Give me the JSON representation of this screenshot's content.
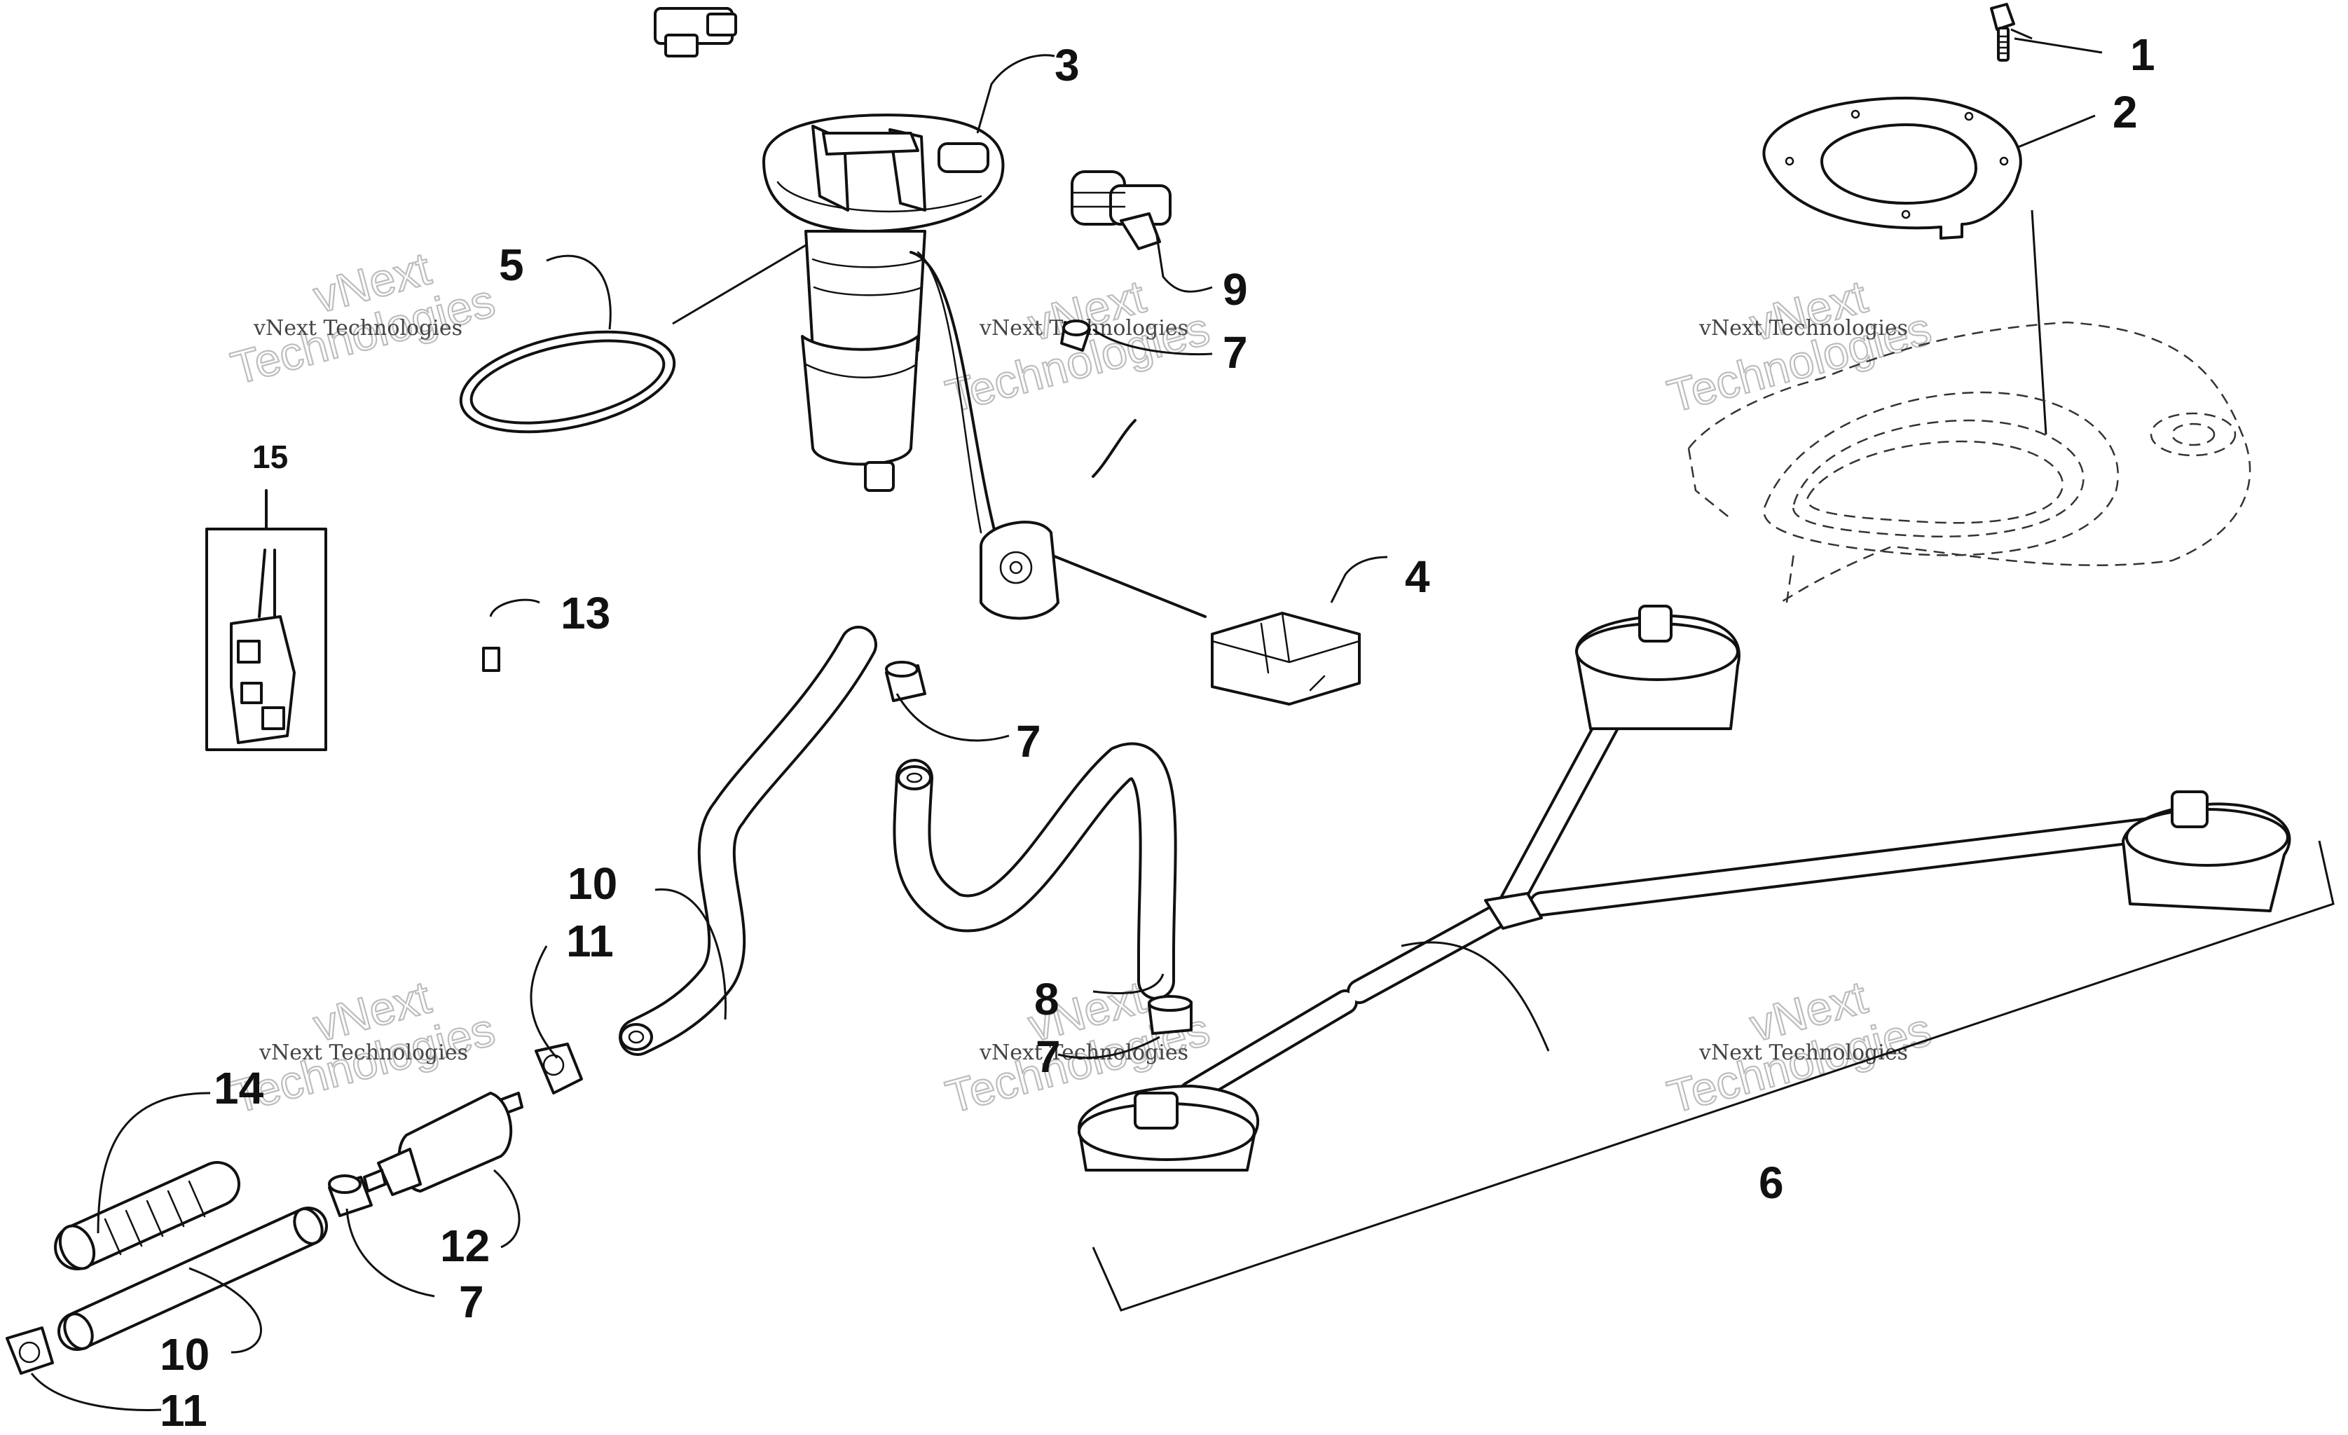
{
  "callouts": {
    "c1": "1",
    "c2": "2",
    "c3": "3",
    "c4": "4",
    "c5": "5",
    "c6": "6",
    "c7a": "7",
    "c7b": "7",
    "c7c": "7",
    "c7d": "7",
    "c8": "8",
    "c9": "9",
    "c10a": "10",
    "c10b": "10",
    "c11a": "11",
    "c11b": "11",
    "c12": "12",
    "c13": "13",
    "c14": "14",
    "c15": "15"
  },
  "watermark": {
    "line1": "vNext Technologies",
    "line2": "vNext",
    "line3": "Technologies"
  }
}
